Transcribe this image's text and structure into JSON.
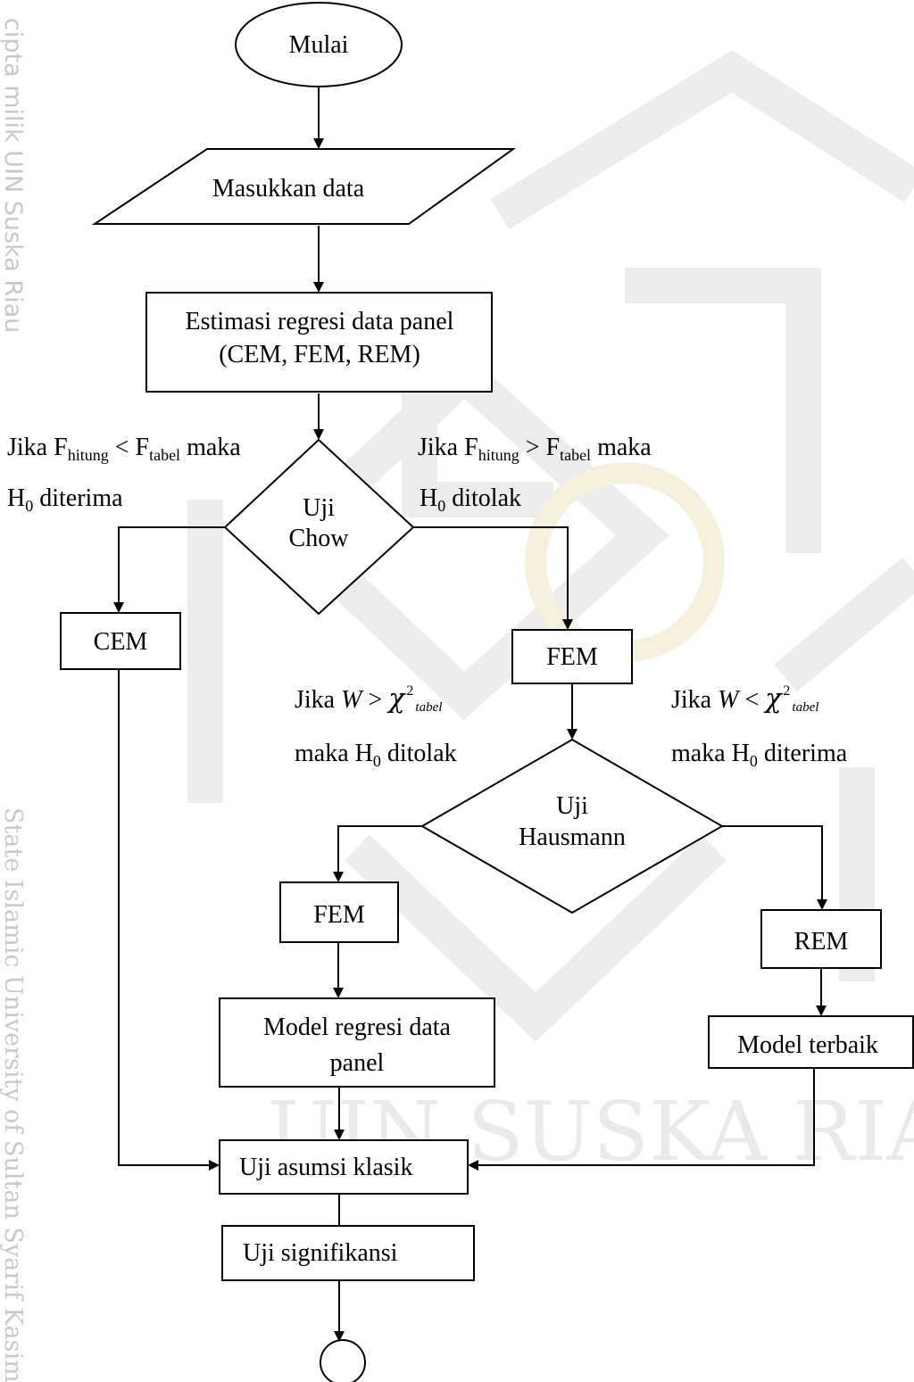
{
  "watermark": {
    "side_top": "cipta milik UIN Suska Riau",
    "side_bottom": "State Islamic University of Sultan Syarif Kasim Riau",
    "big": "UIN SUSKA RIAU"
  },
  "nodes": {
    "start": "Mulai",
    "input": "Masukkan  data",
    "estimate_line1": "Estimasi regresi data panel",
    "estimate_line2": "(CEM, FEM, REM)",
    "chow_line1": "Uji",
    "chow_line2": "Chow",
    "cem": "CEM",
    "fem_top": "FEM",
    "hausman_line1": "Uji",
    "hausman_line2": "Hausmann",
    "fem_bottom": "FEM",
    "rem": "REM",
    "model_panel_line1": "Model regresi data",
    "model_panel_line2": "panel",
    "best_model": "Model terbaik",
    "classic_test": "Uji asumsi klasik",
    "significance_test": "Uji signifikansi"
  },
  "conditions": {
    "chow_left": {
      "prefix": "Jika F",
      "sub1": "hitung",
      "op": " < F",
      "sub2": "tabel",
      "suffix": " maka",
      "line2_pre": "H",
      "line2_sub": "0",
      "line2_post": " diterima"
    },
    "chow_right": {
      "prefix": "Jika F",
      "sub1": "hitung",
      "op": " > F",
      "sub2": "tabel",
      "suffix": " maka",
      "line2_pre": "H",
      "line2_sub": "0",
      "line2_post": " ditolak"
    },
    "hausman_left": {
      "prefix": "Jika ",
      "var": "W",
      "op": " > ",
      "chi": "χ",
      "sup": "2",
      "sub": "tabel",
      "line2_pre": "maka H",
      "line2_sub": "0",
      "line2_post": " ditolak"
    },
    "hausman_right": {
      "prefix": "Jika ",
      "var": "W",
      "op": " < ",
      "chi": "χ",
      "sup": "2",
      "sub": "tabel",
      "line2_pre": "maka H",
      "line2_sub": "0",
      "line2_post": " diterima"
    }
  }
}
